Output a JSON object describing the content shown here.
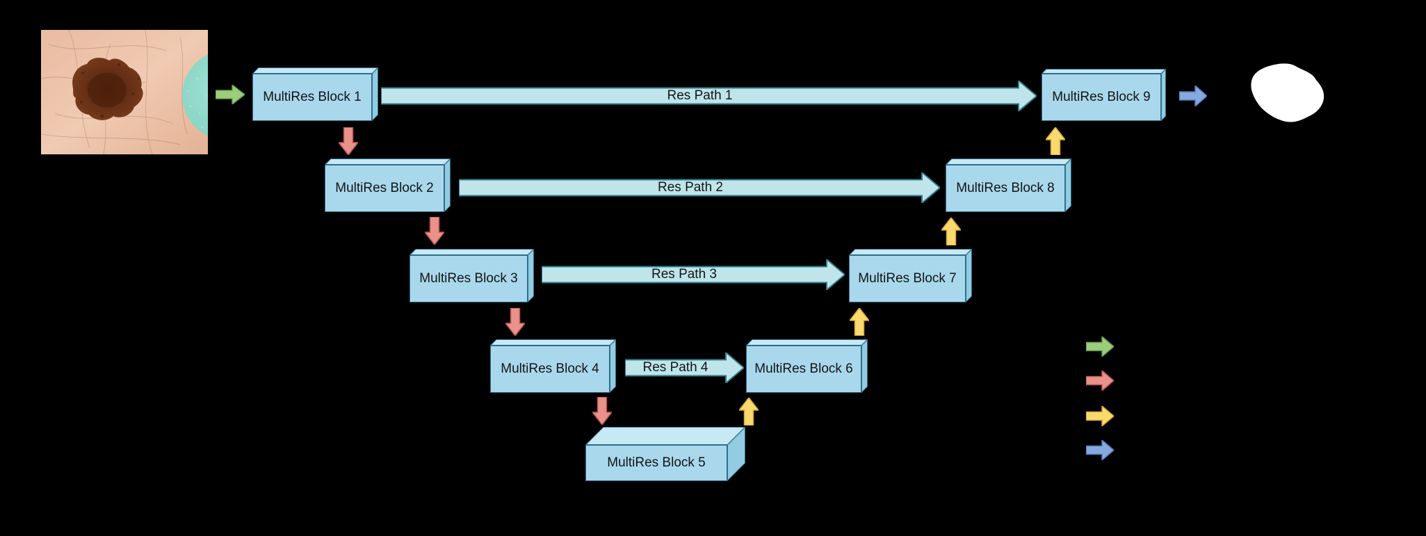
{
  "blocks": [
    {
      "label": "MultiRes Block 1"
    },
    {
      "label": "MultiRes Block 2"
    },
    {
      "label": "MultiRes Block 3"
    },
    {
      "label": "MultiRes Block 4"
    },
    {
      "label": "MultiRes Block 5"
    },
    {
      "label": "MultiRes Block 6"
    },
    {
      "label": "MultiRes Block 7"
    },
    {
      "label": "MultiRes Block 8"
    },
    {
      "label": "MultiRes Block 9"
    }
  ],
  "res_paths": [
    {
      "label": "Res Path 1"
    },
    {
      "label": "Res Path 2"
    },
    {
      "label": "Res Path 3"
    },
    {
      "label": "Res Path 4"
    }
  ],
  "input_image": {
    "description": "dermoscopic photo of a brown skin lesion with teal marker disc"
  },
  "output_mask": {
    "description": "white lesion segmentation mask on black"
  },
  "legend": [
    {
      "name": "green-arrow",
      "color": "#9CCD7C"
    },
    {
      "name": "red-arrow",
      "color": "#E8928B"
    },
    {
      "name": "yellow-arrow",
      "color": "#FADA6E"
    },
    {
      "name": "blue-arrow",
      "color": "#84A9DE"
    }
  ],
  "colors": {
    "background": "#000000",
    "block_fill": "#A9D8EC",
    "block_top_fill": "#C6E9F4",
    "block_side_fill": "#93CBE1",
    "block_border": "#2D6E8D",
    "res_path_fill": "#BFE5EA",
    "res_path_border": "#2E7F8C",
    "input_arrow_fill": "#9CCD7C",
    "down_arrow_fill": "#E8928B",
    "up_arrow_fill": "#FADA6E",
    "output_arrow_fill": "#84A9DE"
  }
}
